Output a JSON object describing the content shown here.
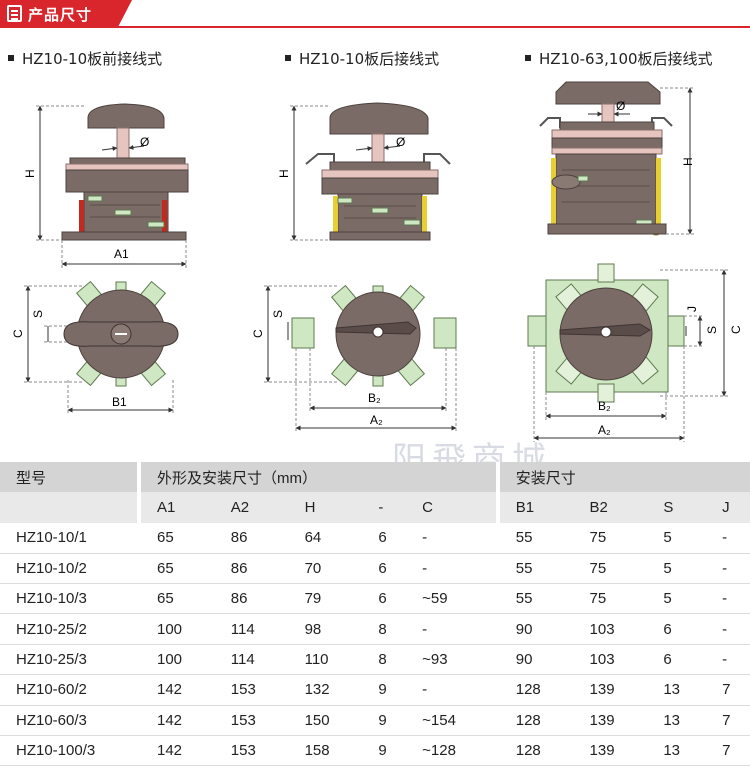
{
  "header": {
    "title": "产品尺寸"
  },
  "diagrams": [
    {
      "title": "HZ10-10板前接线式",
      "labels": {
        "h": "H",
        "a": "A1",
        "phi": "Ø",
        "b": "B1",
        "s": "S",
        "c": "C"
      }
    },
    {
      "title": "HZ10-10板后接线式",
      "labels": {
        "h": "H",
        "phi": "Ø",
        "b": "B₂",
        "a": "A₂",
        "s": "S",
        "c": "C"
      }
    },
    {
      "title": "HZ10-63,100板后接线式",
      "labels": {
        "h": "H",
        "phi": "Ø",
        "b": "B₂",
        "a": "A₂",
        "j": "J",
        "s": "S",
        "c": "C"
      }
    }
  ],
  "watermark": "阳飛商城",
  "colors": {
    "accent": "#d9252c",
    "body_brown": "#7a6b66",
    "plate_pink": "#e6c4c0",
    "terminal_green": "#cfe7c2",
    "rail_red": "#c2291f",
    "rail_yellow": "#e8cf31"
  },
  "table": {
    "group_headers": {
      "model": "型号",
      "outline": "外形及安装尺寸（mm）",
      "mounting": "安装尺寸"
    },
    "columns": [
      "A1",
      "A2",
      "H",
      "-",
      "C",
      "B1",
      "B2",
      "S",
      "J"
    ],
    "rows": [
      {
        "model": "HZ10-10/1",
        "values": [
          "65",
          "86",
          "64",
          "6",
          "-",
          "55",
          "75",
          "5",
          "-"
        ]
      },
      {
        "model": "HZ10-10/2",
        "values": [
          "65",
          "86",
          "70",
          "6",
          "-",
          "55",
          "75",
          "5",
          "-"
        ]
      },
      {
        "model": "HZ10-10/3",
        "values": [
          "65",
          "86",
          "79",
          "6",
          "~59",
          "55",
          "75",
          "5",
          "-"
        ]
      },
      {
        "model": "HZ10-25/2",
        "values": [
          "100",
          "114",
          "98",
          "8",
          "-",
          "90",
          "103",
          "6",
          "-"
        ]
      },
      {
        "model": "HZ10-25/3",
        "values": [
          "100",
          "114",
          "110",
          "8",
          "~93",
          "90",
          "103",
          "6",
          "-"
        ]
      },
      {
        "model": "HZ10-60/2",
        "values": [
          "142",
          "153",
          "132",
          "9",
          "-",
          "128",
          "139",
          "13",
          "7"
        ]
      },
      {
        "model": "HZ10-60/3",
        "values": [
          "142",
          "153",
          "150",
          "9",
          "~154",
          "128",
          "139",
          "13",
          "7"
        ]
      },
      {
        "model": "HZ10-100/3",
        "values": [
          "142",
          "153",
          "158",
          "9",
          "~128",
          "128",
          "139",
          "13",
          "7"
        ]
      }
    ]
  }
}
